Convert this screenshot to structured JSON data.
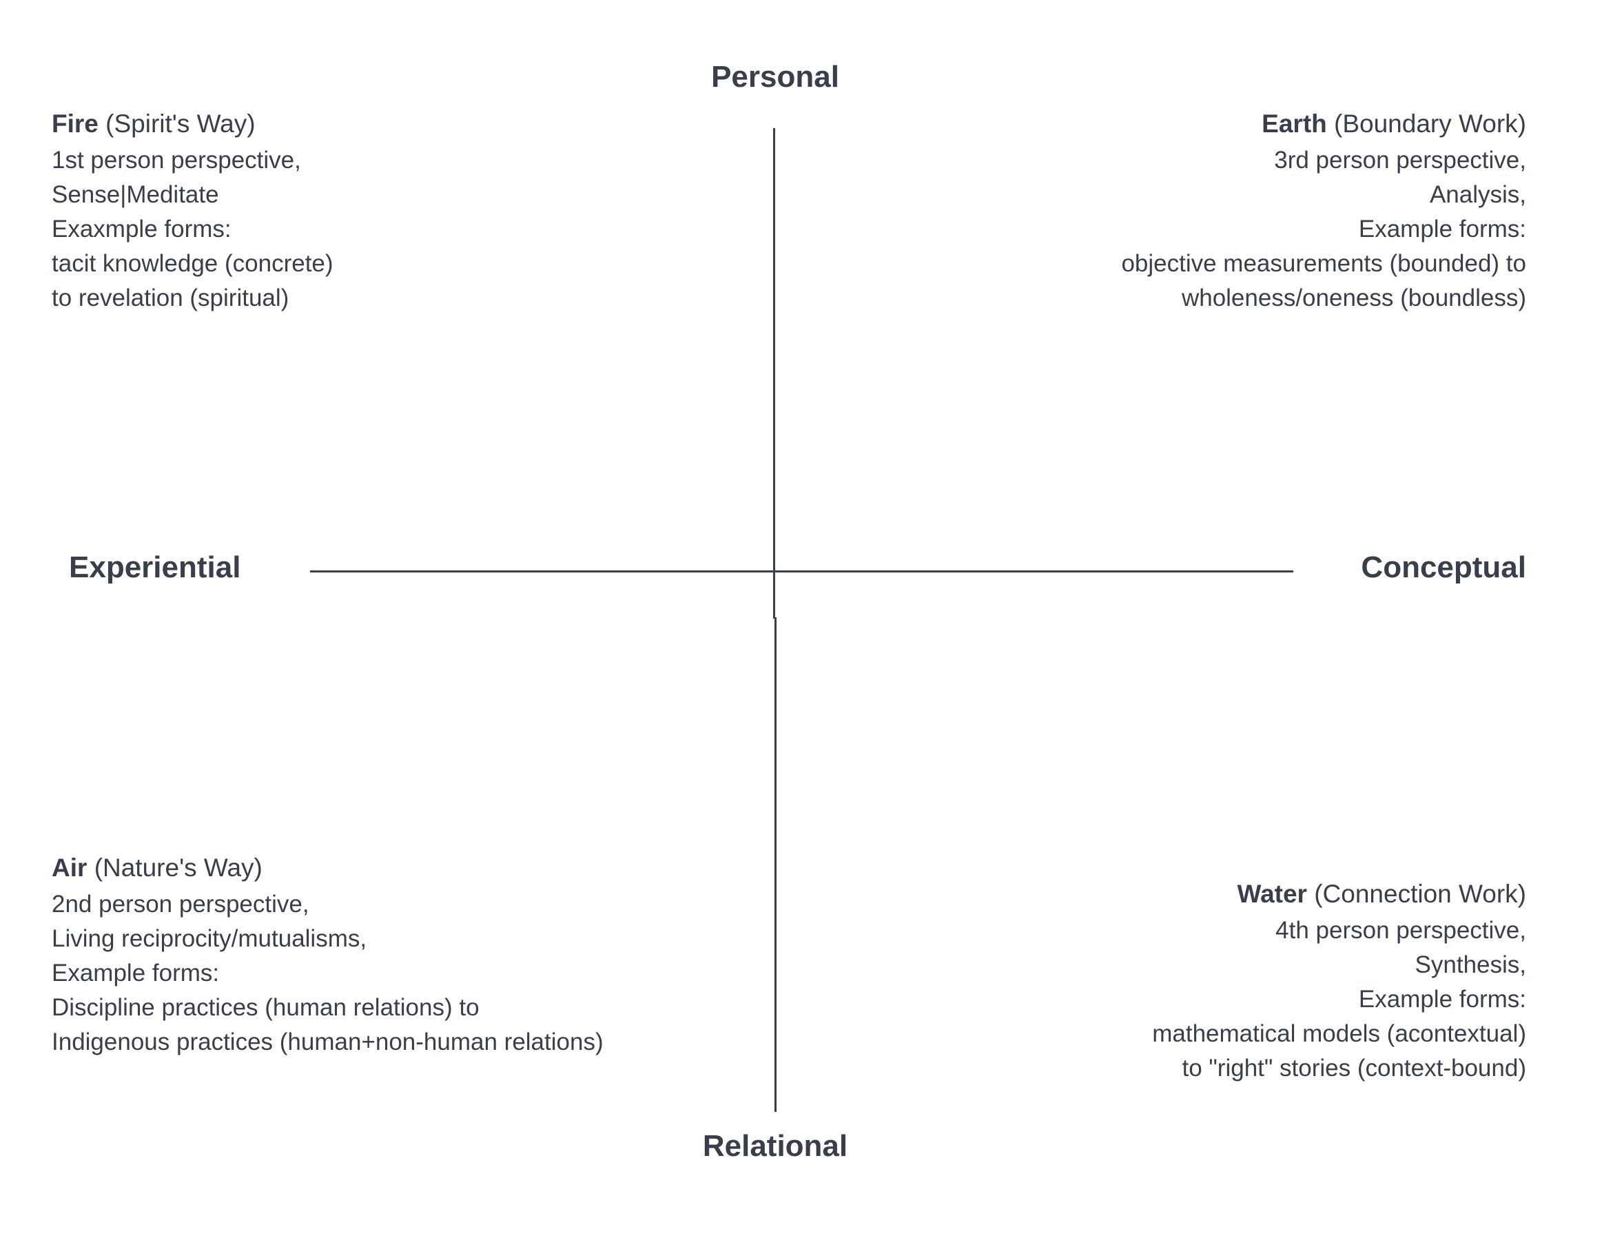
{
  "diagram": {
    "type": "two-axis-quadrant-map",
    "background_color": "#ffffff",
    "ink_color": "#383f4b"
  },
  "axes": {
    "vertical": {
      "top_label": "Personal",
      "bottom_label": "Relational"
    },
    "horizontal": {
      "left_label": "Experiential",
      "right_label": "Conceptual"
    }
  },
  "quadrants": {
    "fire": {
      "element": "Fire",
      "subtitle": "(Spirit's Way)",
      "lines": [
        "1st person perspective,",
        "Sense|Meditate",
        "Exaxmple forms:",
        "tacit knowledge (concrete)",
        "to revelation (spiritual)"
      ]
    },
    "earth": {
      "element": "Earth",
      "subtitle": "(Boundary Work)",
      "lines": [
        "3rd person perspective,",
        "Analysis,",
        "Example forms:",
        "objective measurements (bounded) to",
        "wholeness/oneness (boundless)"
      ]
    },
    "air": {
      "element": "Air",
      "subtitle": "(Nature's Way)",
      "lines": [
        "2nd person perspective,",
        "Living reciprocity/mutualisms,",
        "Example forms:",
        "Discipline practices (human relations) to",
        "Indigenous practices (human+non-human relations)"
      ]
    },
    "water": {
      "element": "Water",
      "subtitle": "(Connection Work)",
      "lines": [
        "4th person perspective,",
        "Synthesis,",
        "Example forms:",
        "mathematical models (acontextual)",
        "to \"right\" stories (context-bound)"
      ]
    }
  }
}
